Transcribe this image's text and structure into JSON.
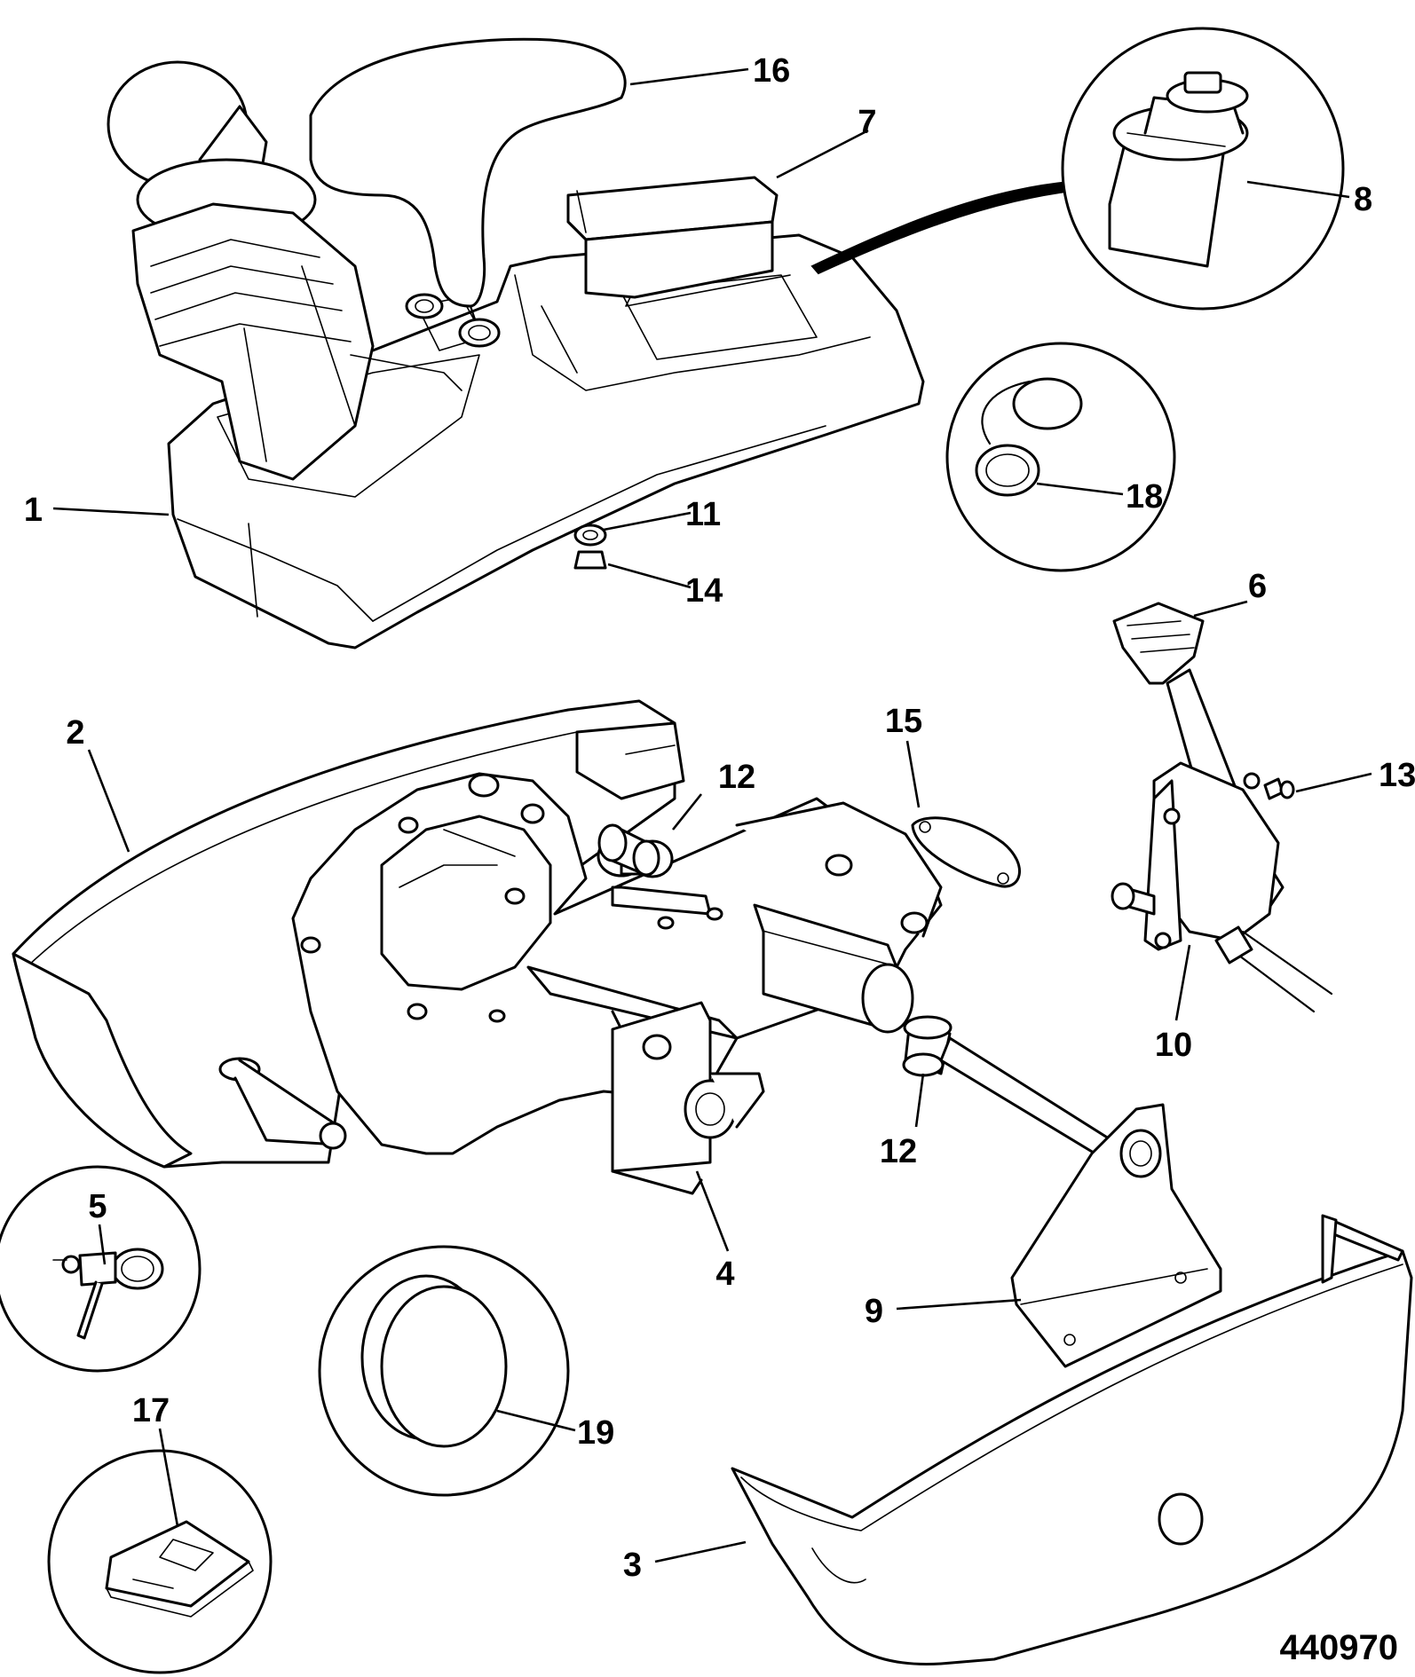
{
  "figure_number": "440970",
  "callouts": {
    "c1": "1",
    "c2": "2",
    "c3": "3",
    "c4": "4",
    "c5": "5",
    "c6": "6",
    "c7": "7",
    "c8": "8",
    "c9": "9",
    "c10": "10",
    "c11": "11",
    "c12a": "12",
    "c12b": "12",
    "c13": "13",
    "c14": "14",
    "c15": "15",
    "c16": "16",
    "c17": "17",
    "c18": "18",
    "c19": "19"
  },
  "colors": {
    "line": "#000000",
    "background": "#ffffff",
    "shade": "#cfcfcf"
  }
}
